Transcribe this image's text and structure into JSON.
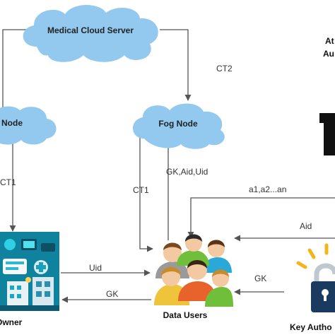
{
  "nodes": {
    "medical_cloud_server": "Medical Cloud Server",
    "fog_node_left": "Node",
    "fog_node_right": "Fog Node",
    "data_owner": "Owner",
    "data_users": "Data Users",
    "key_authority": "Key Autho",
    "attribute_authority_line1": "At",
    "attribute_authority_line2": "Au"
  },
  "edge_labels": {
    "ct2": "CT2",
    "ct1_left": "CT1",
    "ct1_center": "CT1",
    "gk_aid_uid": "GK,Aid,Uid",
    "attributes": "a1,a2...an",
    "aid": "Aid",
    "uid": "Uid",
    "gk_to_owner": "GK",
    "gk_from_key": "GK"
  },
  "colors": {
    "cloud_fill": "#93c9ef",
    "lock_body": "#1b3a5f",
    "lock_shackle": "#bfc8d0",
    "rays": "#f2b51e",
    "edge": "#555555"
  },
  "icons": {
    "data_owner": "hospital-illustration-icon",
    "data_users": "user-group-icon",
    "key_authority": "padlock-icon"
  }
}
